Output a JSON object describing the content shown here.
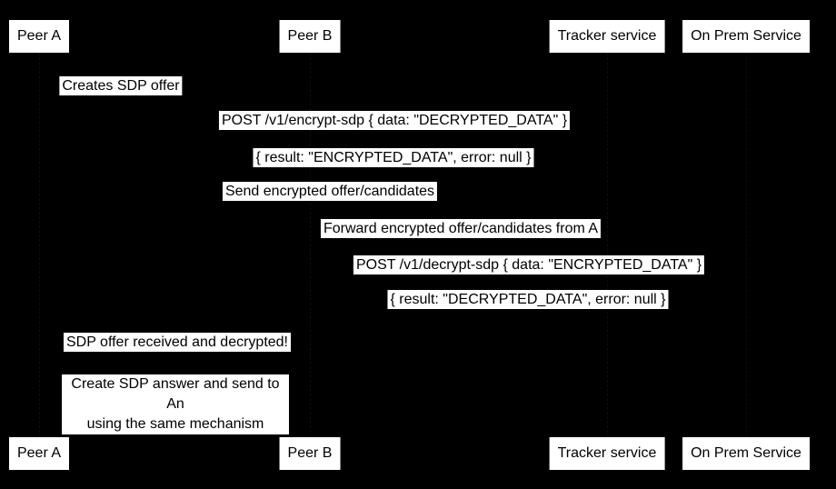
{
  "colors": {
    "background": "#000000",
    "label_background": "#ffffff",
    "label_text": "#000000"
  },
  "participants": [
    {
      "label": "Peer A"
    },
    {
      "label": "Peer B"
    },
    {
      "label": "Tracker service"
    },
    {
      "label": "On Prem Service"
    }
  ],
  "messages": [
    {
      "text": "Creates SDP offer"
    },
    {
      "text": "POST /v1/encrypt-sdp { data: \"DECRYPTED_DATA\" }"
    },
    {
      "text": "{ result: \"ENCRYPTED_DATA\", error: null }"
    },
    {
      "text": "Send encrypted offer/candidates"
    },
    {
      "text": "Forward encrypted offer/candidates from A"
    },
    {
      "text": "POST /v1/decrypt-sdp { data: \"ENCRYPTED_DATA\" }"
    },
    {
      "text": "{ result: \"DECRYPTED_DATA\", error: null }"
    },
    {
      "text": "SDP offer received and decrypted!"
    },
    {
      "line1": "Create SDP answer and send to An",
      "line2": "using the same mechanism"
    }
  ]
}
